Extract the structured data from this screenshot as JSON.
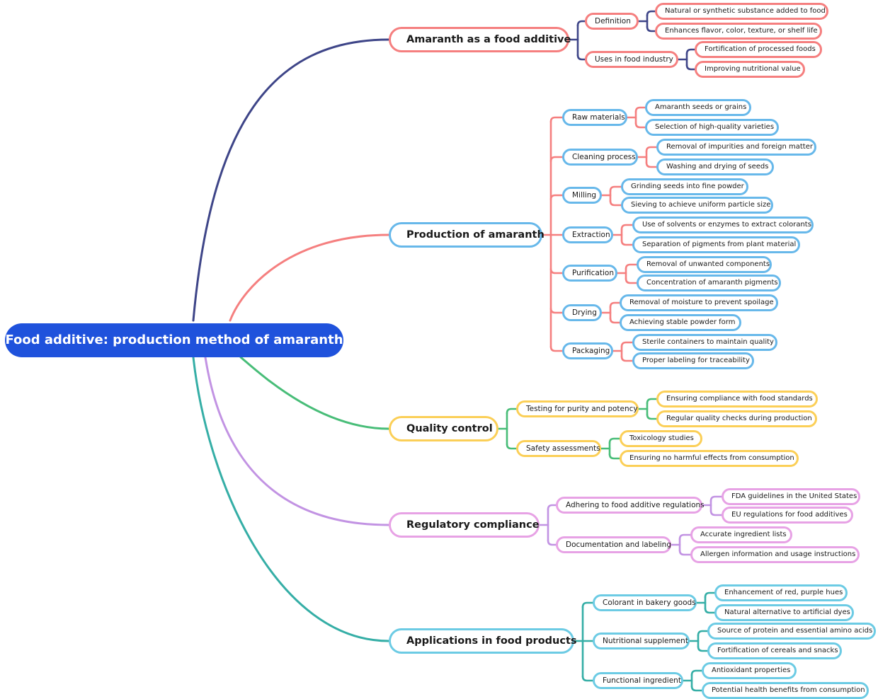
{
  "root": {
    "label": "Food additive: production method of amaranth"
  },
  "branches": [
    {
      "label": "Amaranth as a food additive",
      "colors": {
        "connector": "#3e4588",
        "border": "#f57f7f"
      },
      "children": [
        {
          "label": "Definition",
          "children": [
            {
              "label": "Natural or synthetic substance added to food"
            },
            {
              "label": "Enhances flavor, color, texture, or shelf life"
            }
          ]
        },
        {
          "label": "Uses in food industry",
          "children": [
            {
              "label": "Fortification of processed foods"
            },
            {
              "label": "Improving nutritional value"
            }
          ]
        }
      ]
    },
    {
      "label": "Production of amaranth",
      "colors": {
        "connector": "#f57f7f",
        "border": "#67b8ea"
      },
      "children": [
        {
          "label": "Raw materials",
          "children": [
            {
              "label": "Amaranth seeds or grains"
            },
            {
              "label": "Selection of high-quality varieties"
            }
          ]
        },
        {
          "label": "Cleaning process",
          "children": [
            {
              "label": "Removal of impurities and foreign matter"
            },
            {
              "label": "Washing and drying of seeds"
            }
          ]
        },
        {
          "label": "Milling",
          "children": [
            {
              "label": "Grinding seeds into fine powder"
            },
            {
              "label": "Sieving to achieve uniform particle size"
            }
          ]
        },
        {
          "label": "Extraction",
          "children": [
            {
              "label": "Use of solvents or enzymes to extract colorants"
            },
            {
              "label": "Separation of pigments from plant material"
            }
          ]
        },
        {
          "label": "Purification",
          "children": [
            {
              "label": "Removal of unwanted components"
            },
            {
              "label": "Concentration of amaranth pigments"
            }
          ]
        },
        {
          "label": "Drying",
          "children": [
            {
              "label": "Removal of moisture to prevent spoilage"
            },
            {
              "label": "Achieving stable powder form"
            }
          ]
        },
        {
          "label": "Packaging",
          "children": [
            {
              "label": "Sterile containers to maintain quality"
            },
            {
              "label": "Proper labeling for traceability"
            }
          ]
        }
      ]
    },
    {
      "label": "Quality control",
      "colors": {
        "connector": "#48bd78",
        "border": "#fbcf57"
      },
      "children": [
        {
          "label": "Testing for purity and potency",
          "children": [
            {
              "label": "Ensuring compliance with food standards"
            },
            {
              "label": "Regular quality checks during production"
            }
          ]
        },
        {
          "label": "Safety assessments",
          "children": [
            {
              "label": "Toxicology studies"
            },
            {
              "label": "Ensuring no harmful effects from consumption"
            }
          ]
        }
      ]
    },
    {
      "label": "Regulatory compliance",
      "colors": {
        "connector": "#c293e3",
        "border": "#e7a2e5"
      },
      "children": [
        {
          "label": "Adhering to food additive regulations",
          "children": [
            {
              "label": "FDA guidelines in the United States"
            },
            {
              "label": "EU regulations for food additives"
            }
          ]
        },
        {
          "label": "Documentation and labeling",
          "children": [
            {
              "label": "Accurate ingredient lists"
            },
            {
              "label": "Allergen information and usage instructions"
            }
          ]
        }
      ]
    },
    {
      "label": "Applications in food products",
      "colors": {
        "connector": "#35aea6",
        "border": "#6ccbe4"
      },
      "children": [
        {
          "label": "Colorant in bakery goods",
          "children": [
            {
              "label": "Enhancement of red, purple hues"
            },
            {
              "label": "Natural alternative to artificial dyes"
            }
          ]
        },
        {
          "label": "Nutritional supplement",
          "children": [
            {
              "label": "Source of protein and essential amino acids"
            },
            {
              "label": "Fortification of cereals and snacks"
            }
          ]
        },
        {
          "label": "Functional ingredient",
          "children": [
            {
              "label": "Antioxidant properties"
            },
            {
              "label": "Potential health benefits from consumption"
            }
          ]
        }
      ]
    }
  ]
}
